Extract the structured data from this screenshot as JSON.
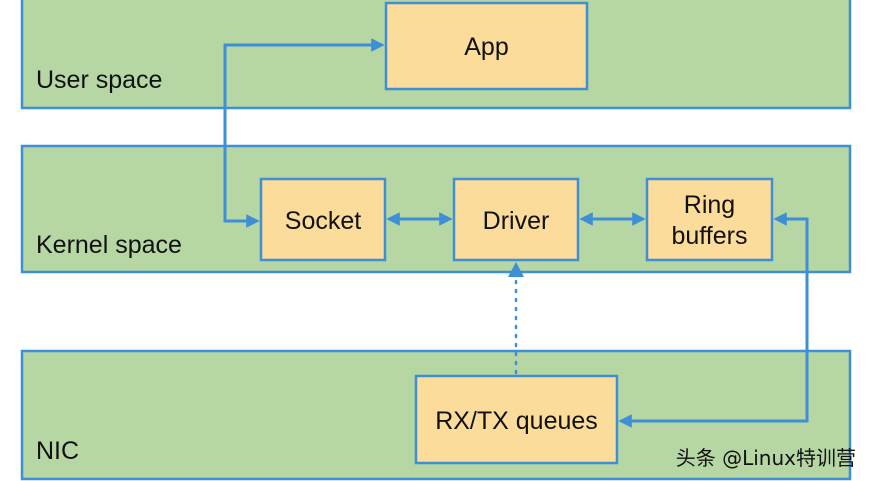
{
  "layers": {
    "user_space": "User space",
    "kernel_space": "Kernel space",
    "nic": "NIC"
  },
  "boxes": {
    "app": "App",
    "socket": "Socket",
    "driver": "Driver",
    "ring_buffers_line1": "Ring",
    "ring_buffers_line2": "buffers",
    "rx_tx_queues": "RX/TX queues"
  },
  "watermark": "头条 @Linux特训营",
  "colors": {
    "layer_fill": "#b6d7a3",
    "box_fill": "#fbdc9a",
    "line": "#3e8fd6"
  }
}
